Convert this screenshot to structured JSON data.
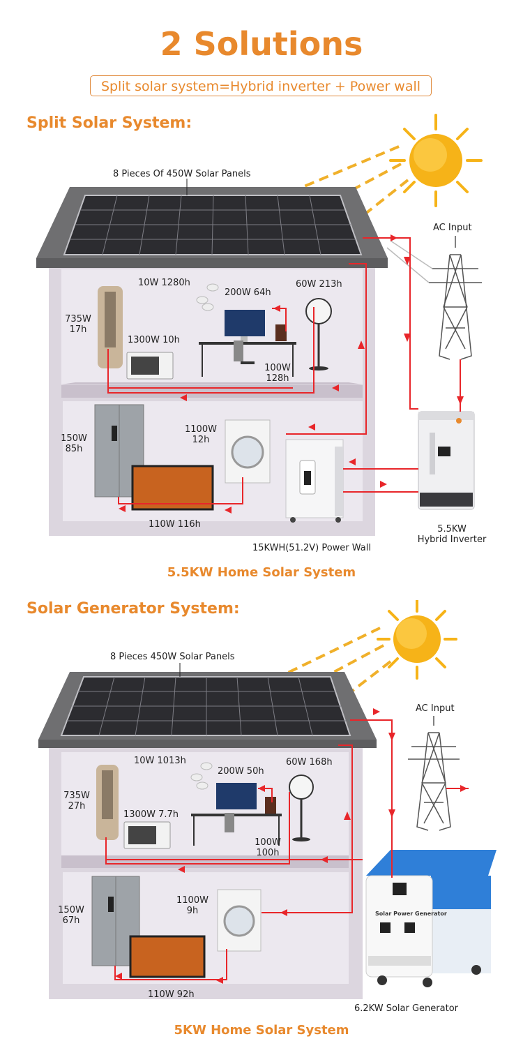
{
  "header": {
    "title": "2 Solutions",
    "subtitle": "Split  solar system=Hybrid inverter + Power wall"
  },
  "split": {
    "heading": "Split  Solar System:",
    "panels": "8 Pieces Of 450W Solar Panels",
    "ac_input": "AC Input",
    "lights": "10W 1280h",
    "computer": "200W 64h",
    "fan": "60W 213h",
    "tower_ac_1": "735W",
    "tower_ac_2": "17h",
    "microwave": "1300W 10h",
    "speaker_1": "100W",
    "speaker_2": "128h",
    "fridge_1": "150W",
    "fridge_2": "85h",
    "washer_1": "1100W",
    "washer_2": "12h",
    "tv": "110W 116h",
    "power_wall": "15KWH(51.2V) Power Wall",
    "inverter_1": "5.5KW",
    "inverter_2": "Hybrid Inverter",
    "footer": "5.5KW Home Solar System"
  },
  "generator": {
    "heading": "Solar Generator System:",
    "panels": "8 Pieces 450W Solar Panels",
    "ac_input": "AC Input",
    "lights": "10W 1013h",
    "computer": "200W 50h",
    "fan": "60W 168h",
    "tower_ac_1": "735W",
    "tower_ac_2": "27h",
    "microwave": "1300W 7.7h",
    "speaker_1": "100W",
    "speaker_2": "100h",
    "fridge_1": "150W",
    "fridge_2": "67h",
    "washer_1": "1100W",
    "washer_2": "9h",
    "tv": "110W 92h",
    "device_label": "Solar Power Generator",
    "generator": "6.2KW Solar Generator",
    "footer": "5KW Home Solar System"
  },
  "colors": {
    "accent": "#e8892d",
    "wire": "#e8262a",
    "roof": "#6f6f71",
    "wall": "#dcd6df",
    "floor": "#c9c0cc",
    "sun": "#f6b318"
  }
}
